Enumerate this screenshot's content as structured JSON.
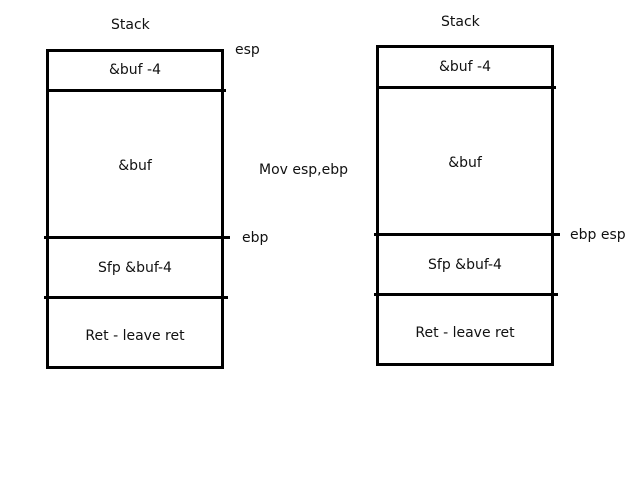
{
  "left_stack": {
    "title": "Stack",
    "cells": [
      "&buf -4",
      "&buf",
      "Sfp &buf-4",
      "Ret - leave ret"
    ],
    "pointer_top": "esp",
    "pointer_mid": "ebp"
  },
  "instruction": "Mov esp,ebp",
  "right_stack": {
    "title": "Stack",
    "cells": [
      "&buf -4",
      "&buf",
      "Sfp &buf-4",
      "Ret - leave ret"
    ],
    "pointer_mid": "ebp esp"
  }
}
